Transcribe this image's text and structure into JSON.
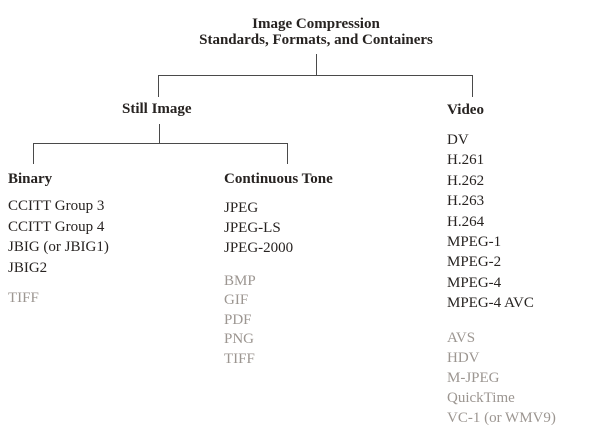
{
  "title": {
    "line1": "Image Compression",
    "line2": "Standards, Formats, and Containers"
  },
  "colors": {
    "text_dark": "#272321",
    "text_gray": "#9c9691",
    "line": "#4a4a4a",
    "background": "#ffffff"
  },
  "tree": {
    "still_image": {
      "label": "Still Image",
      "binary": {
        "label": "Binary",
        "standards": [
          "CCITT Group 3",
          "CCITT Group 4",
          "JBIG (or JBIG1)",
          "JBIG2"
        ],
        "formats_gray": [
          "TIFF"
        ]
      },
      "continuous_tone": {
        "label": "Continuous Tone",
        "standards": [
          "JPEG",
          "JPEG-LS",
          "JPEG-2000"
        ],
        "formats_gray": [
          "BMP",
          "GIF",
          "PDF",
          "PNG",
          "TIFF"
        ]
      }
    },
    "video": {
      "label": "Video",
      "standards": [
        "DV",
        "H.261",
        "H.262",
        "H.263",
        "H.264",
        "MPEG-1",
        "MPEG-2",
        "MPEG-4",
        "MPEG-4 AVC"
      ],
      "formats_gray": [
        "AVS",
        "HDV",
        "M-JPEG",
        "QuickTime",
        "VC-1 (or WMV9)"
      ]
    }
  }
}
